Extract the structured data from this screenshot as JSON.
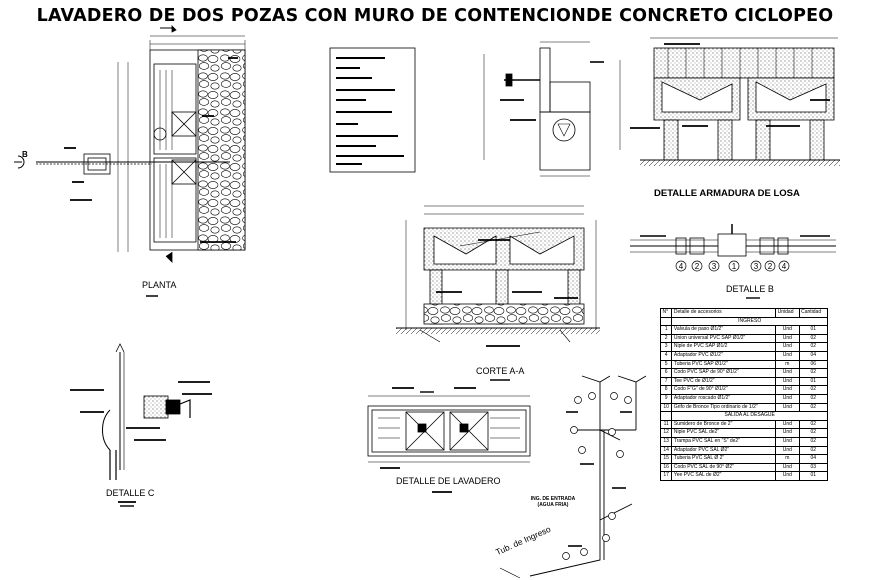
{
  "title": "LAVADERO DE DOS POZAS  CON MURO DE CONTENCIONDE  CONCRETO CICLOPEO",
  "labels": {
    "planta": "PLANTA",
    "corte": "CORTE A-A",
    "detalle_b": "DETALLE B",
    "detalle_c": "DETALLE C",
    "detalle_lavadero": "DETALLE DE LAVADERO",
    "armadura": "DETALLE ARMADURA DE LOSA",
    "marker_b": "B",
    "ingreso_text": "ING. DE ENTRADA (AGUA FRIA)",
    "tub_ingreso": "Tub. de Ingreso"
  },
  "detail_b_numbers": [
    "4",
    "2",
    "3",
    "1",
    "3",
    "2",
    "4"
  ],
  "table": {
    "headers": [
      "N°",
      "Detalle de accesorios",
      "Unidad",
      "Cantidad"
    ],
    "sections": [
      {
        "title": "INGRESO",
        "rows": [
          [
            "1",
            "Valvula de paso Ø1/2\"",
            "Und",
            "01"
          ],
          [
            "2",
            "Union universal PVC SAP Ø1/2\"",
            "Und",
            "02"
          ],
          [
            "3",
            "Niple de PVC SAP Ø1/2",
            "Und",
            "02"
          ],
          [
            "4",
            "Adaptador PVC Ø1/2\"",
            "Und",
            "04"
          ],
          [
            "5",
            "Tuberia PVC SAP Ø1/2\"",
            "m",
            "06"
          ],
          [
            "6",
            "Codo PVC SAP de 90° Ø1/2\"",
            "Und",
            "02"
          ],
          [
            "7",
            "Tee PVC de Ø1/2\"",
            "Und",
            "01"
          ],
          [
            "8",
            "Codo F\"G\" de 90° Ø1/2\"",
            "Und",
            "02"
          ],
          [
            "9",
            "Adaptador roscado Ø1/2\"",
            "Und",
            "02"
          ],
          [
            "10",
            "Grifo de Bronce Tipo ordinario de 1/2\"",
            "Und",
            "02"
          ]
        ]
      },
      {
        "title": "SALIDA AL DESAGÜE",
        "rows": [
          [
            "11",
            "Sumidero de Bronce de 2\"",
            "Und",
            "02"
          ],
          [
            "12",
            "Niple PVC SAL de2\"",
            "Und",
            "02"
          ],
          [
            "13",
            "Trampa PVC SAL  en \"S\" de2\"",
            "Und",
            "02"
          ],
          [
            "14",
            "Adaptador PVC SAL Ø2\"",
            "Und",
            "02"
          ],
          [
            "15",
            "Tuberia PVC SAL  Ø 2\"",
            "m",
            "04"
          ],
          [
            "16",
            "Codo PVC SAL de 90° Ø2\"",
            "Und",
            "03"
          ],
          [
            "17",
            "Yee PVC SAL de Ø2\"",
            "Und",
            "01"
          ]
        ]
      }
    ]
  }
}
